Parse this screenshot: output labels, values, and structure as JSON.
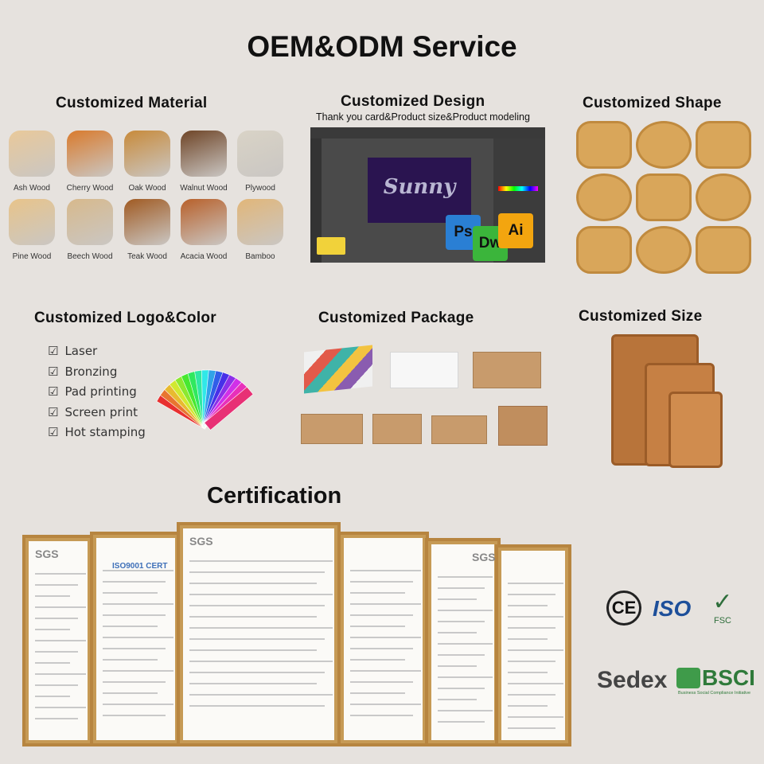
{
  "title": "OEM&ODM Service",
  "material": {
    "heading": "Customized Material",
    "woods": [
      "Ash Wood",
      "Cherry Wood",
      "Oak Wood",
      "Walnut Wood",
      "Plywood",
      "Pine Wood",
      "Beech Wood",
      "Teak Wood",
      "Acacia Wood",
      "Bamboo"
    ],
    "colors": [
      "#e9c99a",
      "#d97a2c",
      "#c88a3a",
      "#6e4426",
      "#d9d3c6",
      "#e8c48a",
      "#d7b98c",
      "#a05a22",
      "#b8602a",
      "#e1b679"
    ]
  },
  "design": {
    "heading": "Customized Design",
    "subtitle": "Thank you card&Product size&Product modeling",
    "canvas_text": "Sunny",
    "apps": [
      {
        "label": "Ps",
        "color": "#2a7fd4"
      },
      {
        "label": "Dw",
        "color": "#3bb53b"
      },
      {
        "label": "Ai",
        "color": "#f3a50f"
      }
    ]
  },
  "shape": {
    "heading": "Customized Shape"
  },
  "logo": {
    "heading": "Customized Logo&Color",
    "methods": [
      "Laser",
      "Bronzing",
      "Pad printing",
      "Screen print",
      "Hot stamping"
    ],
    "check_glyph": "☑"
  },
  "package": {
    "heading": "Customized Package"
  },
  "size": {
    "heading": "Customized Size"
  },
  "certification": {
    "heading": "Certification",
    "doc_labels": [
      "SGS",
      "ISO9001 CERT",
      "SGS",
      "SGS"
    ],
    "logos": [
      "CE",
      "ISO",
      "FSC",
      "Sedex",
      "BSCI"
    ],
    "bsci_tagline": "Business Social Compliance Initiative"
  }
}
